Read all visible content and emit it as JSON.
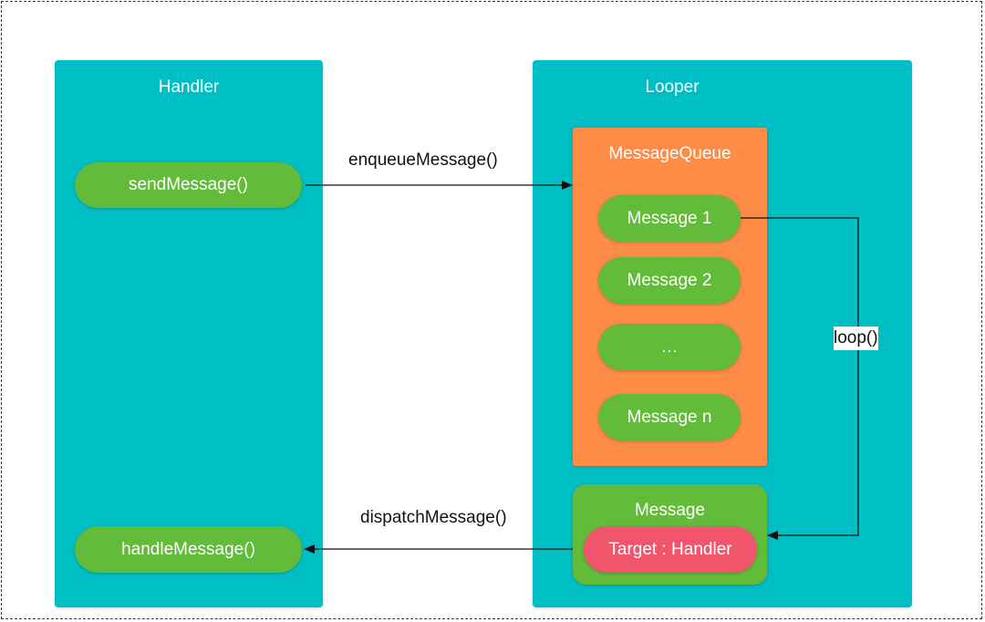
{
  "handler_panel": {
    "title": "Handler",
    "send_message": "sendMessage()",
    "handle_message": "handleMessage()"
  },
  "looper_panel": {
    "title": "Looper",
    "message_queue": {
      "title": "MessageQueue",
      "items": [
        "Message 1",
        "Message 2",
        "…",
        "Message n"
      ]
    },
    "message": {
      "title": "Message",
      "target": "Target : Handler"
    }
  },
  "arrows": {
    "enqueue": "enqueueMessage()",
    "dispatch": "dispatchMessage()",
    "loop": "loop()"
  },
  "colors": {
    "panel": "#00bfc4",
    "queue": "#fd8c46",
    "pill_green": "#63bb3a",
    "pill_red": "#f0556b",
    "arrow": "#111111"
  }
}
